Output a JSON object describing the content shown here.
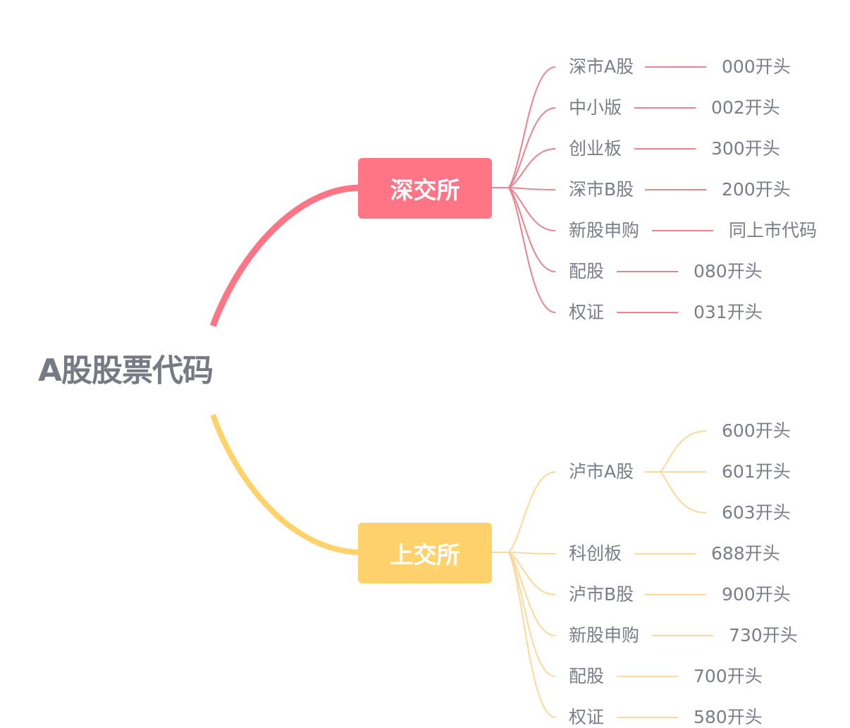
{
  "root": {
    "label": "A股股票代码"
  },
  "colors": {
    "shenzhen": "#ff7585",
    "shenzhen_line": "#e8838f",
    "shanghai": "#ffd26b",
    "shanghai_line": "#fcd99a",
    "text": "#7b7e8a",
    "root_text": "#777a84"
  },
  "branches": [
    {
      "label": "深交所",
      "children": [
        {
          "label": "深市A股",
          "values": [
            "000开头"
          ]
        },
        {
          "label": "中小版",
          "values": [
            "002开头"
          ]
        },
        {
          "label": "创业板",
          "values": [
            "300开头"
          ]
        },
        {
          "label": "深市B股",
          "values": [
            "200开头"
          ]
        },
        {
          "label": "新股申购",
          "values": [
            "同上市代码"
          ]
        },
        {
          "label": "配股",
          "values": [
            "080开头"
          ]
        },
        {
          "label": "权证",
          "values": [
            "031开头"
          ]
        }
      ]
    },
    {
      "label": "上交所",
      "children": [
        {
          "label": "泸市A股",
          "values": [
            "600开头",
            "601开头",
            "603开头"
          ]
        },
        {
          "label": "科创板",
          "values": [
            "688开头"
          ]
        },
        {
          "label": "泸市B股",
          "values": [
            "900开头"
          ]
        },
        {
          "label": "新股申购",
          "values": [
            "730开头"
          ]
        },
        {
          "label": "配股",
          "values": [
            "700开头"
          ]
        },
        {
          "label": "权证",
          "values": [
            "580开头"
          ]
        }
      ]
    }
  ]
}
